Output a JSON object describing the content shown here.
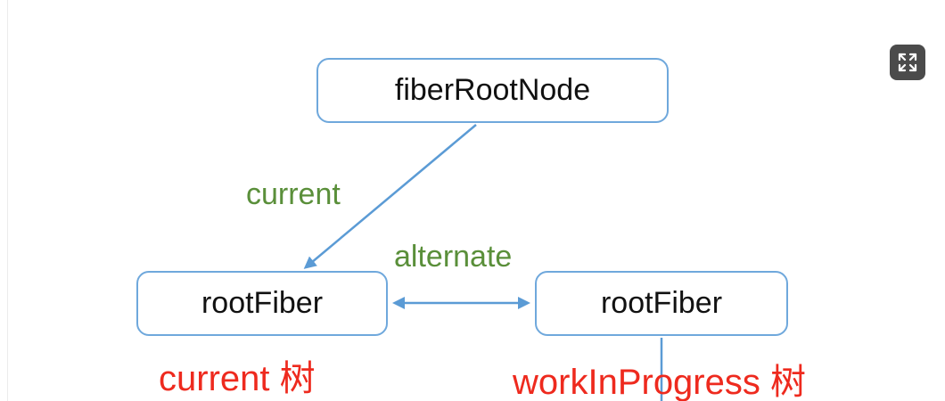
{
  "diagram": {
    "nodes": {
      "fiber_root_node": "fiberRootNode",
      "current_root_fiber": "rootFiber",
      "wip_root_fiber": "rootFiber"
    },
    "edges": {
      "current": "current",
      "alternate": "alternate"
    },
    "tree_labels": {
      "current_tree": "current 树",
      "work_in_progress_tree": "workInProgress 树"
    }
  },
  "colors": {
    "node_border": "#6fa8dc",
    "edge_line": "#5b9bd5",
    "edge_label": "#5a8f3a",
    "tree_label": "#ee2a1e",
    "expand_button_bg": "#4b4b4b"
  },
  "icons": {
    "expand": "expand-icon"
  }
}
